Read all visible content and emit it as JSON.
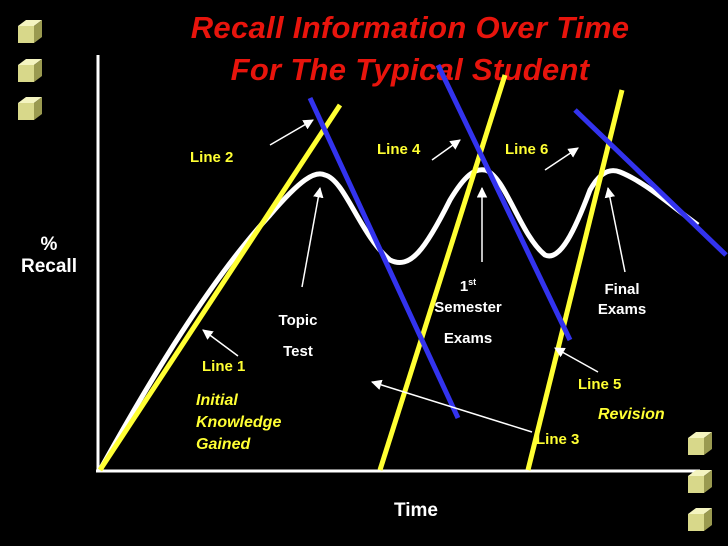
{
  "title": {
    "line1": "Recall Information Over Time",
    "line2": "For The Typical Student"
  },
  "axes": {
    "y_label_1": "%",
    "y_label_2": "Recall",
    "x_label": "Time"
  },
  "lines": {
    "line1": "Line 1",
    "line2": "Line 2",
    "line3": "Line 3",
    "line4": "Line 4",
    "line5": "Line 5",
    "line6": "Line 6"
  },
  "events": {
    "topic_test_1": "Topic",
    "topic_test_2": "Test",
    "semester_num": "1",
    "semester_sup": "st",
    "semester_word": "Semester",
    "semester_exams": "Exams",
    "final_1": "Final",
    "final_2": "Exams"
  },
  "notes": {
    "initial_1": "Initial",
    "initial_2": "Knowledge",
    "initial_3": "Gained",
    "revision": "Revision"
  },
  "colors": {
    "background": "#000000",
    "title": "#e8140c",
    "yellow_line": "#ffff33",
    "blue_line": "#3333ee",
    "curve": "#ffffff",
    "cube": "#d8d88a"
  },
  "decorations": {
    "cube_icon": "cube-icon"
  }
}
